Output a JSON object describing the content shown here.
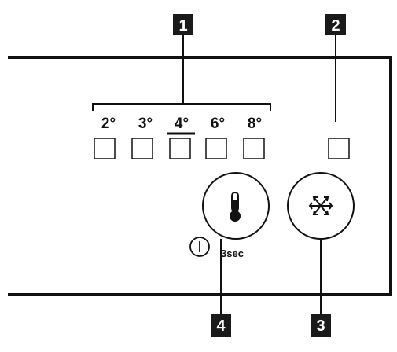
{
  "panel": {
    "temperatures": [
      "2°",
      "3°",
      "4°",
      "6°",
      "8°"
    ],
    "selected_temperature_index": 2,
    "hold_time_label": "3sec"
  },
  "callouts": [
    "1",
    "2",
    "3",
    "4"
  ],
  "icons": {
    "temperature_button": "thermometer-icon",
    "fast_freeze_button": "snowflake-icon",
    "power_symbol": "power-icon"
  },
  "colors": {
    "line": "#111111",
    "callout_bg": "#1a1a1a",
    "callout_text": "#ffffff"
  }
}
